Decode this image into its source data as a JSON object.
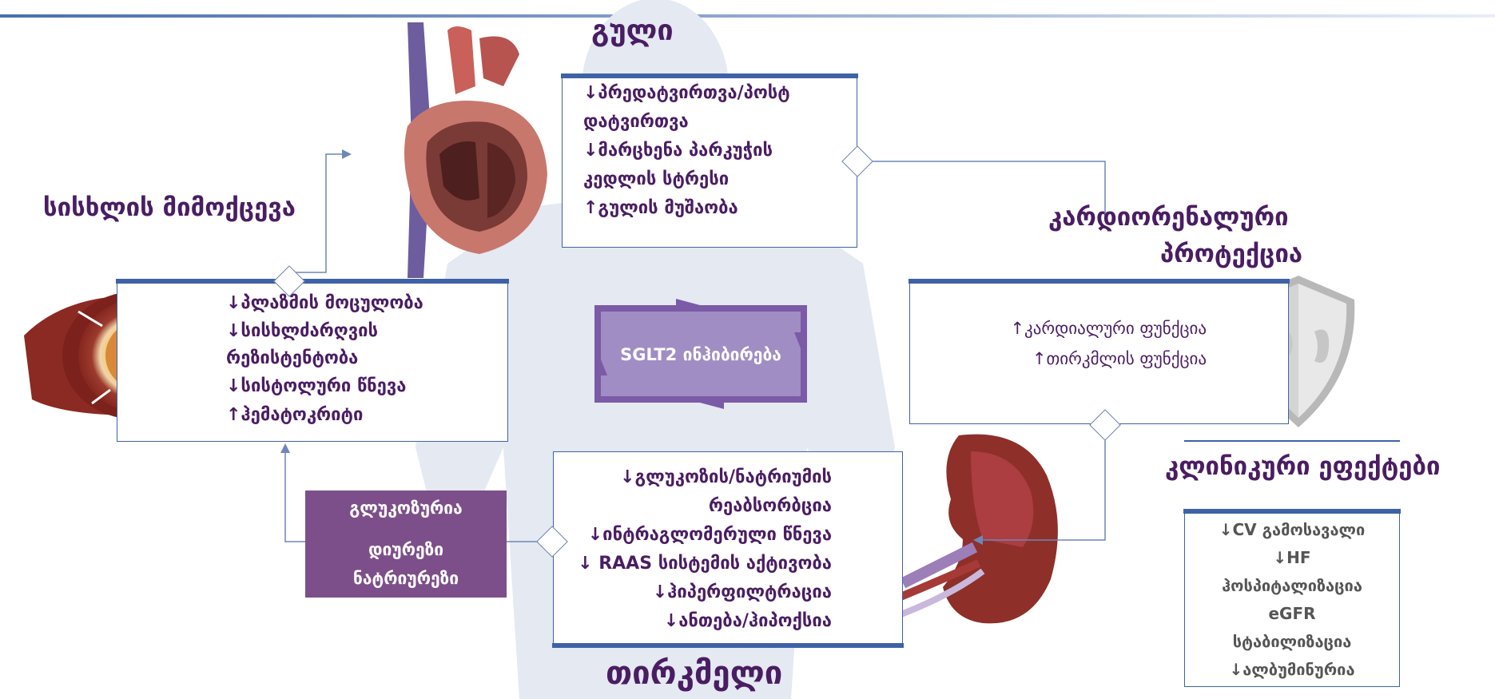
{
  "heart": {
    "title": "გული",
    "lines": [
      "↓პრედატვირთვა/პოსტ",
      "დატვირთვა",
      "↓მარცხენა პარკუჭის",
      "კედლის სტრესი",
      "↑გულის მუშაობა"
    ]
  },
  "circulation": {
    "title": "სისხლის მიმოქცევა",
    "lines": [
      "↓პლაზმის მოცულობა",
      "↓სისხლძარღვის",
      "რეზისტენტობა",
      "↓სისტოლური წნევა",
      "↑ჰემატოკრიტი"
    ]
  },
  "center": {
    "label": "SGLT2 ინჰიბირება"
  },
  "kidney": {
    "title": "თირკმელი",
    "lines": [
      "↓გლუკოზის/ნატრიუმის",
      "რეაბსორბცია",
      "↓ინტრაგლომერული წნევა",
      "↓ RAAS სისტემის აქტივობა",
      "↓ჰიპერფილტრაცია",
      "↓ანთება/ჰიპოქსია"
    ]
  },
  "glucosuria": {
    "lines": [
      "გლუკოზურია",
      "დიურეზი",
      "ნატრიურეზი"
    ]
  },
  "protection": {
    "title_line1": "კარდიორენალური",
    "title_line2": "პროტექცია",
    "lines": [
      "↑კარდიალური ფუნქცია",
      "↑თირკმლის ფუნქცია"
    ]
  },
  "clinical": {
    "title": "კლინიკური ეფექტები",
    "lines": [
      "↓CV გამოსავალი",
      "↓HF",
      "ჰოსპიტალიზაცია",
      "eGFR",
      "სტაბილიზაცია",
      "↓ალბუმინურია"
    ]
  },
  "colors": {
    "title_purple": "#4a1d63",
    "box_blue": "#3f62a6",
    "center_fill": "#a08dc3",
    "center_border": "#7b5aa7",
    "glucosuria_fill": "#7d4f8a",
    "silhouette": "#e3e8f1"
  }
}
